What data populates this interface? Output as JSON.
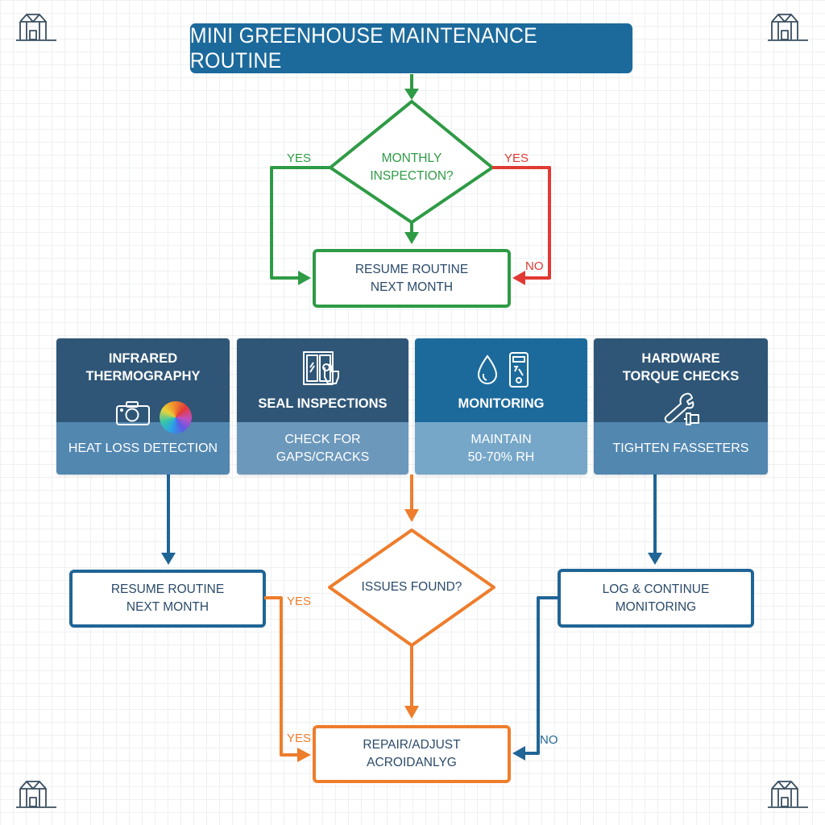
{
  "title": "MINI GREENHOUSE MAINTENANCE ROUTINE",
  "colors": {
    "title_bg": "#1c6a9c",
    "green": "#2e9b45",
    "red": "#e03a33",
    "orange": "#ee7d2c",
    "blue": "#1f6596",
    "dark_text": "#2a4a6a"
  },
  "corner_icons": [
    "greenhouse-icon",
    "greenhouse-icon",
    "greenhouse-icon",
    "greenhouse-icon"
  ],
  "top_section": {
    "decision": {
      "text": "MONTHLY\nINSPECTION?"
    },
    "left_label": "YES",
    "right_label": "YES",
    "right_no_label": "NO",
    "result_box": {
      "text": "RESUME ROUTINE\nNEXT MONTH"
    }
  },
  "cards": [
    {
      "title": "INFRARED\nTHERMOGRAPHY",
      "icons": [
        "camera-icon",
        "color-wheel-icon"
      ],
      "detail": "HEAT LOSS DETECTION"
    },
    {
      "title": "SEAL INSPECTIONS",
      "icons": [
        "window-touch-icon"
      ],
      "detail": "CHECK FOR\nGAPS/CRACKS"
    },
    {
      "title": "MONITORING",
      "icons": [
        "water-drop-icon",
        "hygrometer-icon"
      ],
      "detail": "MAINTAIN\n50-70% RH"
    },
    {
      "title": "HARDWARE\nTORQUE CHECKS",
      "icons": [
        "wrench-bolt-icon"
      ],
      "detail": "TIGHTEN FASSETERS"
    }
  ],
  "bottom_section": {
    "left_box": {
      "text": "RESUME ROUTINE\nNEXT MONTH"
    },
    "left_yes_label_upper": "YES",
    "left_yes_label_lower": "YES",
    "decision": {
      "text": "ISSUES FOUND?"
    },
    "right_box": {
      "text": "LOG & CONTINUE\nMONITORING"
    },
    "right_no_label": "NO",
    "repair_box": {
      "text": "REPAIR/ADJUST\nACROIDANLYG"
    }
  }
}
